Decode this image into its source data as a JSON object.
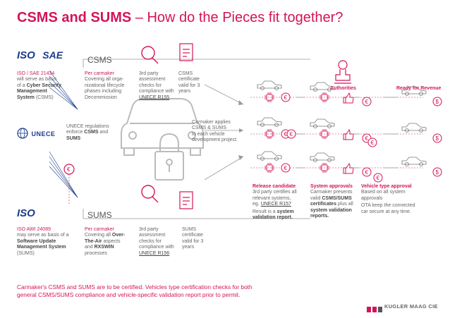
{
  "title": {
    "part1": "CSMS and SUMS",
    "part2": " – How do the Pieces fit together?"
  },
  "logos": {
    "iso": "ISO",
    "sae": "SAE",
    "unece": "UNECE",
    "iso2": "ISO"
  },
  "csms": {
    "box_label": "CSMS",
    "iso_title": "ISO / SAE 21434",
    "iso_l1": "will serve as basis",
    "iso_l2a": "of a ",
    "iso_l2b": "Cyber Security",
    "iso_l3": "Management",
    "iso_l4a": "System",
    "iso_l4b": " (CSMS)",
    "carmaker_title": "Per carmaker",
    "carmaker_lines": [
      "Covering all orga-",
      "nizational lifecycle",
      "phases including",
      "Decommission"
    ],
    "party_lines": [
      "3rd party",
      "assessment",
      "checks for",
      "compliance with"
    ],
    "party_ref": "UNECE R155",
    "cert_lines": [
      "CSMS",
      "certificate",
      "valid for 3",
      "years"
    ]
  },
  "unece_text": {
    "l1": "UNECE regulations",
    "l2a": "enforce ",
    "l2b": "CSMS",
    "l2c": " and",
    "l3": "SUMS"
  },
  "sums": {
    "box_label": "SUMS",
    "iso_title": "ISO AWI 24089",
    "iso_l1": "may serve as basis of a",
    "iso_l2": "Software Update",
    "iso_l3": "Management System",
    "iso_l4": "(SUMS)",
    "carmaker_title": "Per carmaker",
    "carmaker_l1": "Covering all ",
    "carmaker_l1b": "Over-",
    "carmaker_l2": "The-Air",
    "carmaker_l2b": " aspects",
    "carmaker_l3a": "and ",
    "carmaker_l3b": "RXSWIN",
    "carmaker_l4": "processes",
    "party_lines": [
      "3rd party",
      "assessment",
      "checks for",
      "compliance with"
    ],
    "party_ref": "UNECE R156",
    "cert_lines": [
      "SUMS",
      "certificate",
      "valid for 3",
      "years"
    ]
  },
  "applies_lines": [
    "Carmaker applies",
    "CSMS & SUMS",
    "to each vehicle",
    "development project."
  ],
  "right_headers": {
    "authorities": "Authorities",
    "ready": "Ready for Revenue"
  },
  "release": {
    "title": "Release candidate",
    "l1": "3rd party certifies all",
    "l2": "relevant systems,",
    "l3a": "eg. ",
    "l3b": "UNECE R157",
    "l4a": "Result is a ",
    "l4b": "system",
    "l5": "validation report."
  },
  "system": {
    "title": "System approvals",
    "l1": "Carmaker presents",
    "l2a": "valid ",
    "l2b": "CSMS/SUMS",
    "l3": "certificates",
    "l3b": " plus all",
    "l4": "system validation",
    "l5": "reports."
  },
  "vehicle": {
    "title": "Vehicle type approval",
    "l1": "Based on all system",
    "l2": "approvals",
    "l3": "OTA keep the connected",
    "l4": "car secure at any time."
  },
  "footer": {
    "l1": "Carmaker's CSMS and SUMS are to be certified. Vehicles type certification checks for both",
    "l2": "general CSMS/SUMS compliance and vehicle-specific validation report prior to permit."
  },
  "brand": "KUGLER MAAG CIE",
  "symbols": {
    "euro": "€",
    "dollar": "$"
  },
  "colors": {
    "accent": "#d4145a",
    "gray": "#999999",
    "logo_blue": "#1b3b8b"
  }
}
